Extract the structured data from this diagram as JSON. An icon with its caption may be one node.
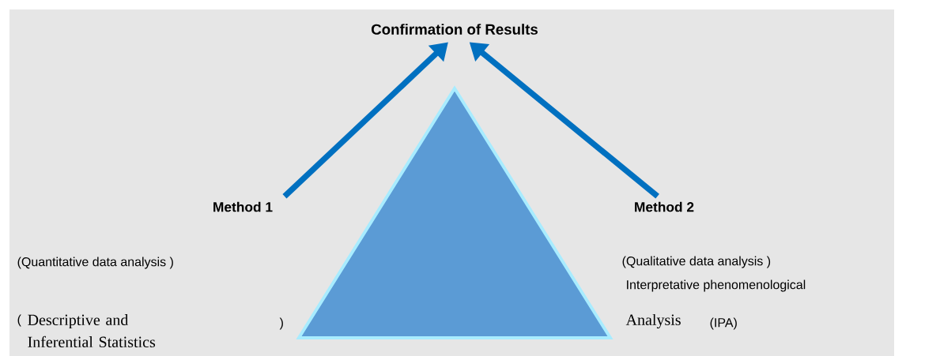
{
  "diagram": {
    "nodes": [
      {
        "text": [
          "Confirmation of Results"
        ]
      },
      {
        "text": [
          "Method 1"
        ]
      },
      {
        "text": [
          "Method 2"
        ]
      },
      {
        "text": [],
        "shape": "triangle"
      }
    ],
    "edges": [
      {
        "from": 1,
        "to": 0,
        "arrow": "to"
      },
      {
        "from": 2,
        "to": 0,
        "arrow": "to"
      }
    ],
    "labels": [
      "(Quantitative data analysis )",
      "(",
      "Descriptive and Inferential Statistics",
      ")",
      "(Qualitative data analysis )",
      "Interpretative phenomenological",
      "Analysis",
      "(IPA)"
    ]
  }
}
